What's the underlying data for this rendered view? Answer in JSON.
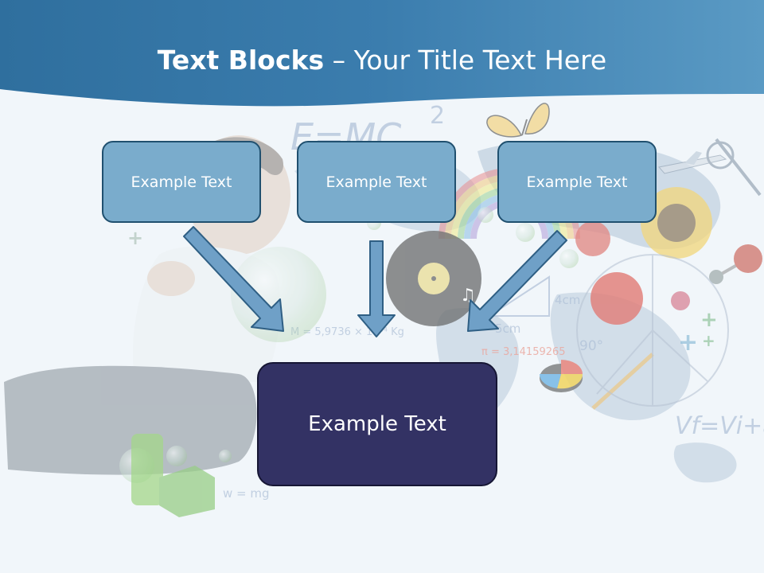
{
  "slide": {
    "title_bold": "Text Blocks",
    "title_dash": " – ",
    "title_rest": "Your Title Text Here"
  },
  "blocks": {
    "top_left": "Example Text",
    "top_center": "Example Text",
    "top_right": "Example Text",
    "bottom": "Example Text"
  },
  "background": {
    "formula_emc": "E=MC",
    "formula_emc_exp": "2",
    "formula_mass": "M = 5,9736 × 10²⁴ Kg",
    "formula_pi": "π = 3,14159265",
    "formula_weight": "w = mg",
    "formula_velocity": "Vf=Vi+a",
    "measure_4cm": "4cm",
    "measure_5cm": "5cm",
    "angle_90": "90°"
  },
  "colors": {
    "header": "#3f7fae",
    "box_light": "#7aaccc",
    "box_dark": "#333264",
    "arrow": "#6fa0c7"
  }
}
